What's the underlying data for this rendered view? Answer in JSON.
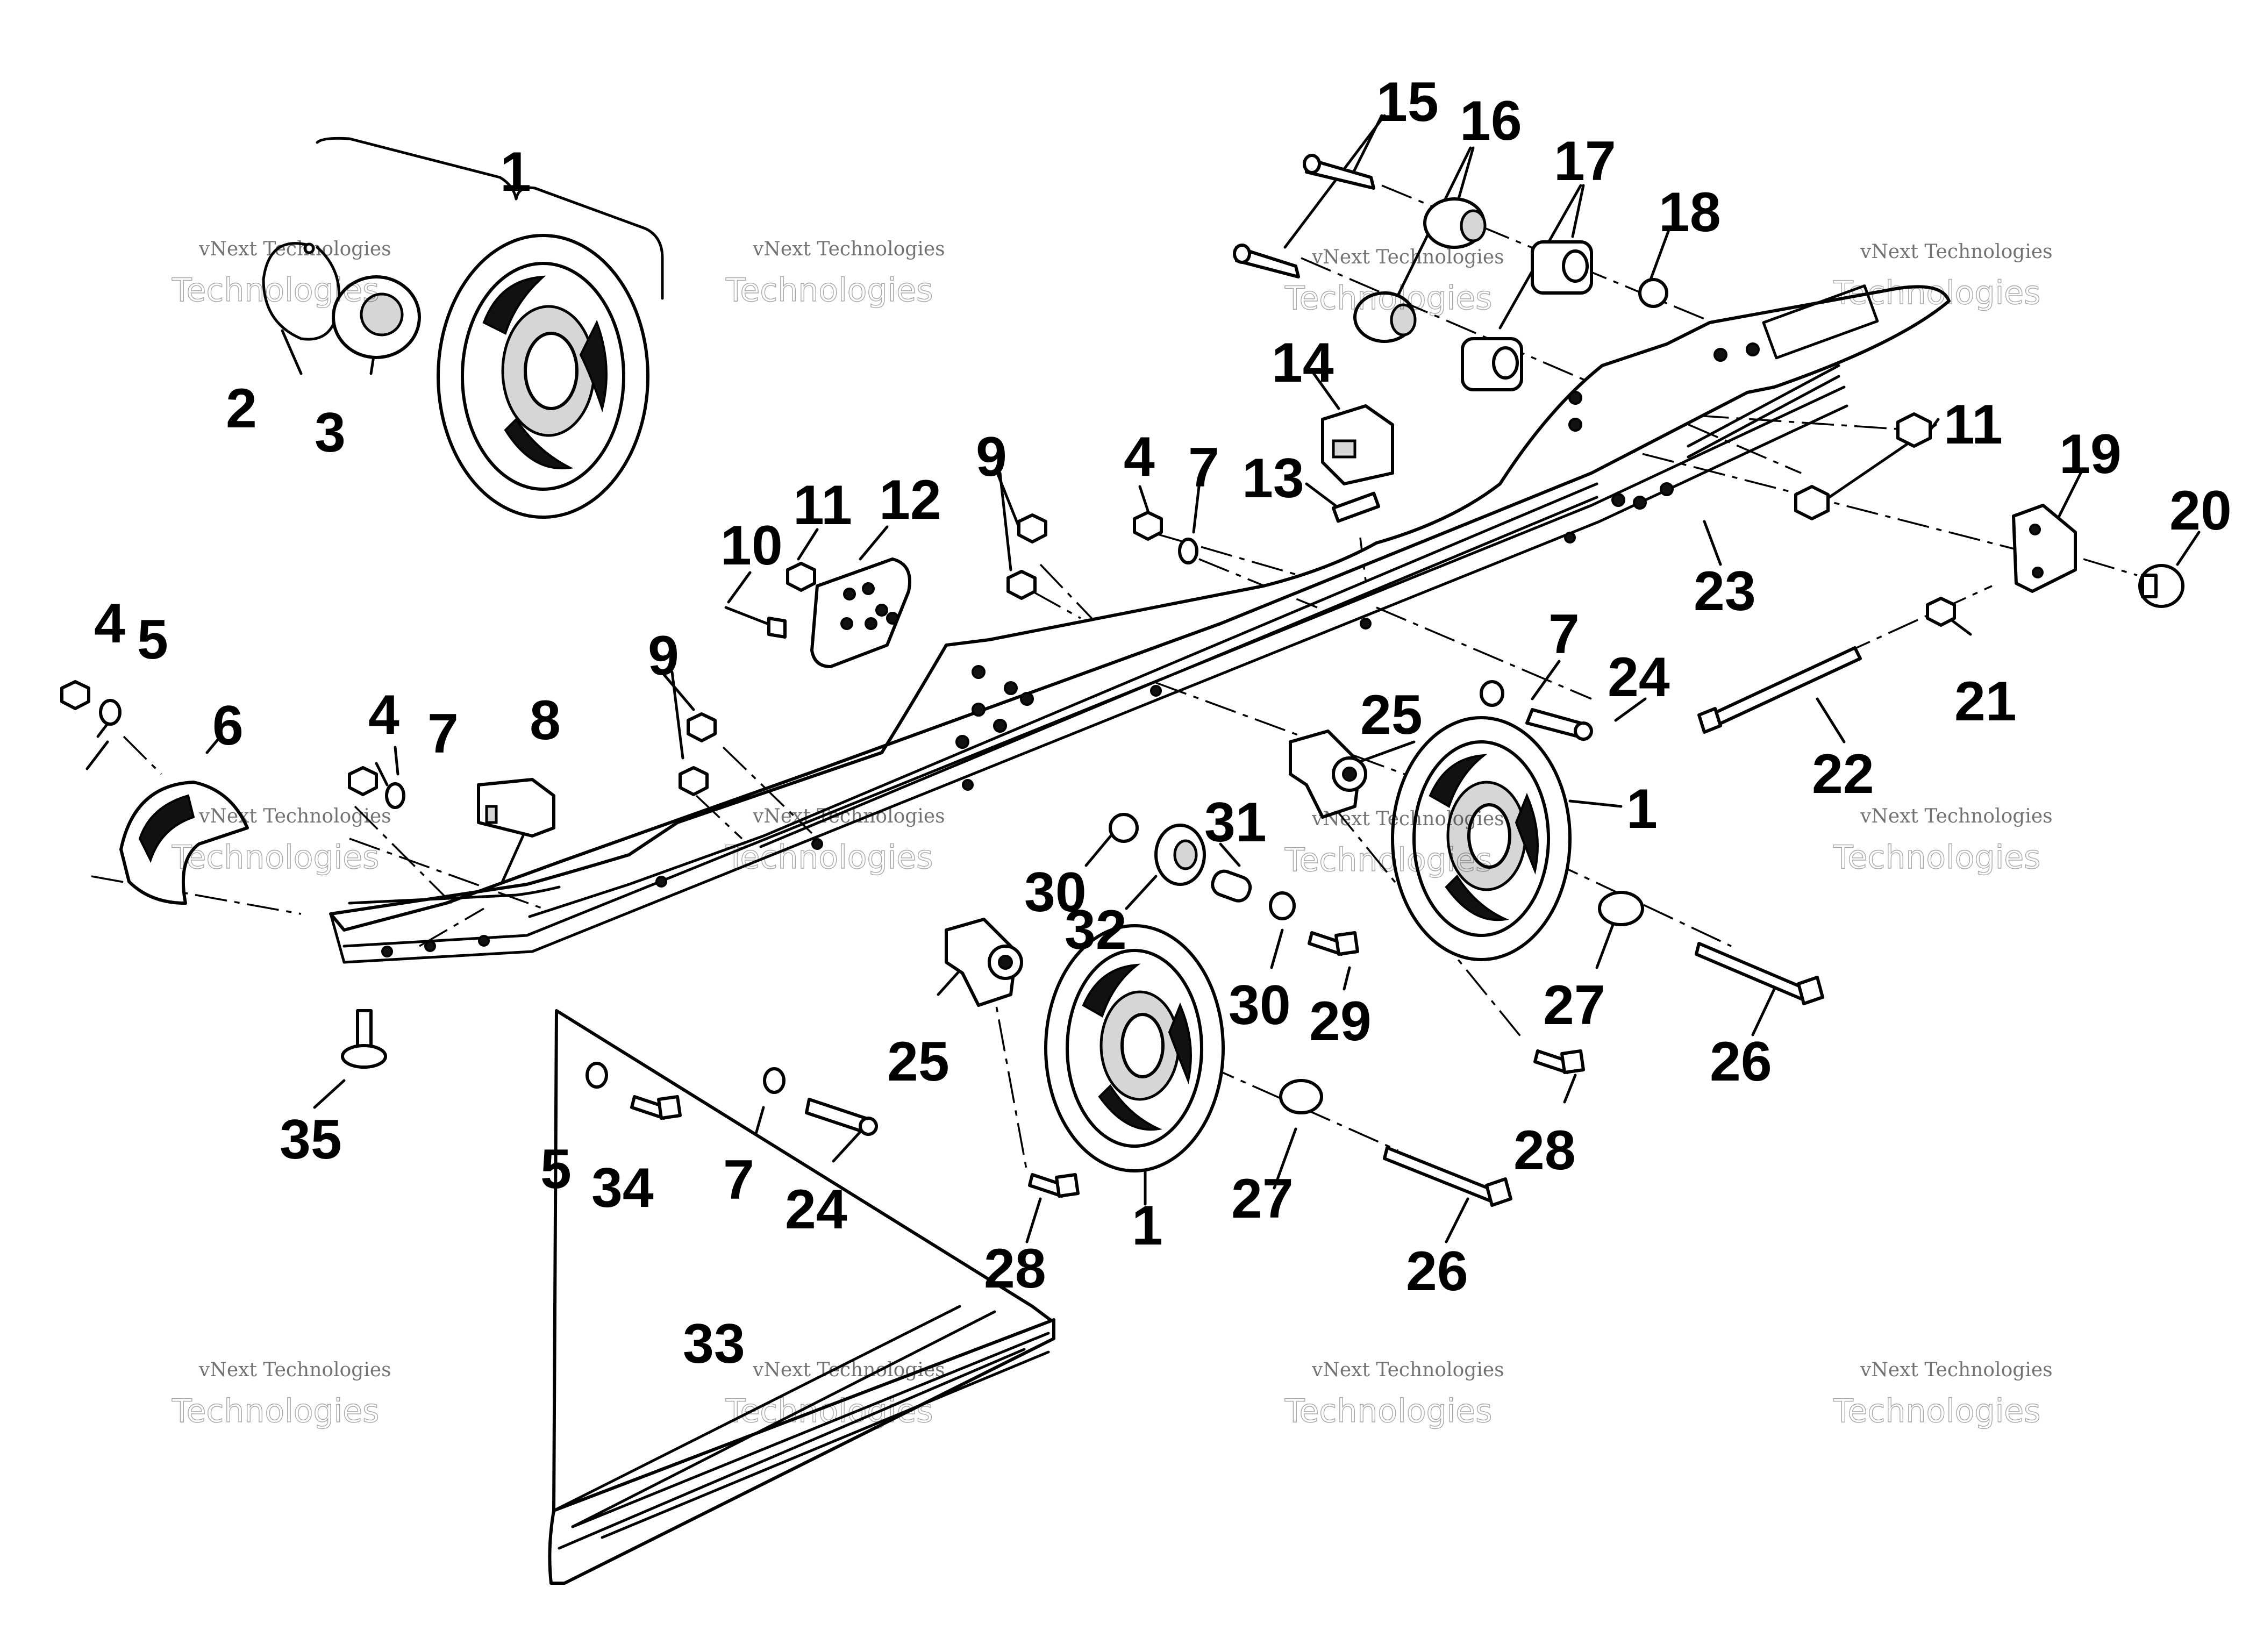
{
  "diagram": {
    "watermark": {
      "line1": "vNext Technologies",
      "line2": "Technologies"
    },
    "callouts": [
      {
        "id": "c1-kit",
        "text": "1"
      },
      {
        "id": "c2",
        "text": "2"
      },
      {
        "id": "c3",
        "text": "3"
      },
      {
        "id": "c4-left",
        "text": "4"
      },
      {
        "id": "c5-left",
        "text": "5"
      },
      {
        "id": "c6",
        "text": "6"
      },
      {
        "id": "c4-mid",
        "text": "4"
      },
      {
        "id": "c7-mid",
        "text": "7"
      },
      {
        "id": "c8",
        "text": "8"
      },
      {
        "id": "c9-left",
        "text": "9"
      },
      {
        "id": "c10",
        "text": "10"
      },
      {
        "id": "c11-left",
        "text": "11"
      },
      {
        "id": "c12",
        "text": "12"
      },
      {
        "id": "c9-right",
        "text": "9"
      },
      {
        "id": "c4-right",
        "text": "4"
      },
      {
        "id": "c7-top",
        "text": "7"
      },
      {
        "id": "c13",
        "text": "13"
      },
      {
        "id": "c14",
        "text": "14"
      },
      {
        "id": "c15",
        "text": "15"
      },
      {
        "id": "c16",
        "text": "16"
      },
      {
        "id": "c17",
        "text": "17"
      },
      {
        "id": "c18",
        "text": "18"
      },
      {
        "id": "c11-right",
        "text": "11"
      },
      {
        "id": "c19",
        "text": "19"
      },
      {
        "id": "c20",
        "text": "20"
      },
      {
        "id": "c21",
        "text": "21"
      },
      {
        "id": "c22",
        "text": "22"
      },
      {
        "id": "c23",
        "text": "23"
      },
      {
        "id": "c7-right",
        "text": "7"
      },
      {
        "id": "c24-right",
        "text": "24"
      },
      {
        "id": "c25-right",
        "text": "25"
      },
      {
        "id": "c1-right",
        "text": "1"
      },
      {
        "id": "c31",
        "text": "31"
      },
      {
        "id": "c30-left",
        "text": "30"
      },
      {
        "id": "c32",
        "text": "32"
      },
      {
        "id": "c30-right",
        "text": "30"
      },
      {
        "id": "c29",
        "text": "29"
      },
      {
        "id": "c27-right",
        "text": "27"
      },
      {
        "id": "c26-right",
        "text": "26"
      },
      {
        "id": "c25-left",
        "text": "25"
      },
      {
        "id": "c28-right",
        "text": "28"
      },
      {
        "id": "c35",
        "text": "35"
      },
      {
        "id": "c5-bottom",
        "text": "5"
      },
      {
        "id": "c34",
        "text": "34"
      },
      {
        "id": "c7-bottom",
        "text": "7"
      },
      {
        "id": "c24-bottom",
        "text": "24"
      },
      {
        "id": "c1-bottom",
        "text": "1"
      },
      {
        "id": "c27-bottom",
        "text": "27"
      },
      {
        "id": "c28-bottom",
        "text": "28"
      },
      {
        "id": "c26-bottom",
        "text": "26"
      },
      {
        "id": "c33",
        "text": "33"
      }
    ]
  }
}
